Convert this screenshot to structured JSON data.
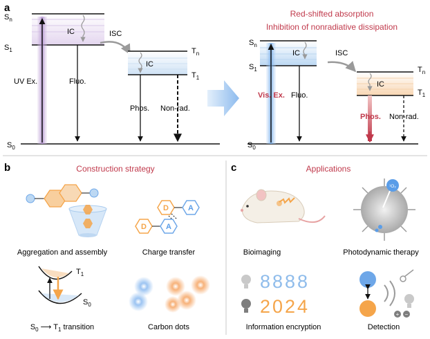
{
  "panel_a": {
    "label": "a",
    "header_line1": "Red-shifted absorption",
    "header_line2": "Inhibition of nonradiative dissipation",
    "left": {
      "sn": "S",
      "sn_sub": "n",
      "s1": "S",
      "s1_sub": "1",
      "s0": "S",
      "s0_sub": "0",
      "tn": "T",
      "tn_sub": "n",
      "t1": "T",
      "t1_sub": "1",
      "ic_singlet": "IC",
      "ic_triplet": "IC",
      "isc": "ISC",
      "uv_ex": "UV Ex.",
      "fluo": "Fluo.",
      "phos": "Phos.",
      "nonrad": "Non-rad."
    },
    "right": {
      "sn": "S",
      "sn_sub": "n",
      "s1": "S",
      "s1_sub": "1",
      "s0": "S",
      "s0_sub": "0",
      "tn": "T",
      "tn_sub": "n",
      "t1": "T",
      "t1_sub": "1",
      "ic_singlet": "IC",
      "ic_triplet": "IC",
      "isc": "ISC",
      "vis_ex": "Vis. Ex.",
      "fluo": "Fluo.",
      "phos": "Phos.",
      "nonrad": "Non-rad."
    }
  },
  "panel_b": {
    "label": "b",
    "title": "Construction strategy",
    "items": {
      "aggregation": "Aggregation and assembly",
      "charge_transfer": "Charge transfer",
      "transition_prefix": "S",
      "transition_sub0": "0",
      "transition_mid": "T",
      "transition_sub1": "1",
      "transition_suffix": " transition",
      "carbon_dots": "Carbon dots"
    },
    "ct_labels": {
      "d1": "D",
      "a1": "A",
      "d2": "D",
      "a2": "A"
    },
    "energy_labels": {
      "t": "T",
      "t_sub": "1",
      "s": "S",
      "s_sub": "0"
    }
  },
  "panel_c": {
    "label": "c",
    "title": "Applications",
    "items": {
      "bioimaging": "Bioimaging",
      "pdt": "Photodynamic therapy",
      "encryption": "Information encryption",
      "detection": "Detection"
    },
    "digits_top": "8888",
    "digits_bottom": "2024",
    "singlet_oxygen": "¹O₂"
  },
  "colors": {
    "accent_red": "#c0394b",
    "orange": "#f5a54a",
    "blue": "#5a9de8",
    "purple": "#b79ccf",
    "divider": "#c9c9c9"
  }
}
